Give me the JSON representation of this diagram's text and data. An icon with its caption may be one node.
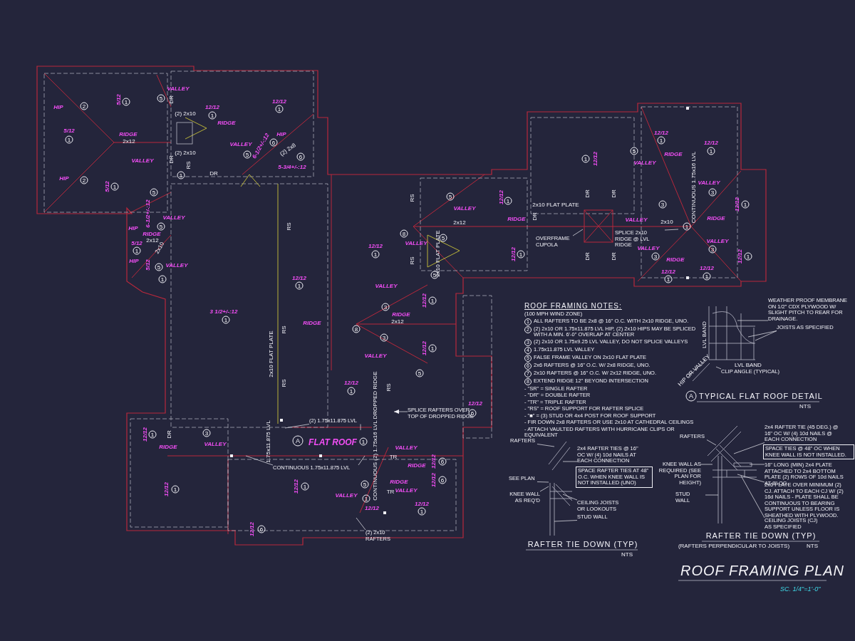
{
  "diagram": {
    "title": "ROOF FRAMING PLAN",
    "caption": "SC. 1/4\"=1'-0\"",
    "nodes": [
      {
        "text": [
          "OVERFRAME CUPOLA"
        ]
      },
      {
        "text": [
          "SPLICE 2x10 RIDGE @ LVL RIDGE"
        ]
      },
      {
        "text": [
          "SPLICE RAFTERS OVER TOP OF DROPPED RIDGE"
        ]
      },
      {
        "text": [
          "(2) 1.75x11.875 LVL"
        ]
      },
      {
        "text": [
          "CONTINUOUS 1.75x11.875 LVL"
        ]
      },
      {
        "text": [
          "(2) 2x10 RAFTERS"
        ]
      },
      {
        "text": [
          "A"
        ]
      },
      {
        "text": [
          "WEATHER PROOF MEMBRANE ON 1/2\" CDX PLYWOOD W/ SLIGHT PITCH TO REAR FOR DRAINAGE."
        ]
      },
      {
        "text": [
          "JOISTS AS SPECIFIED"
        ]
      },
      {
        "text": [
          "CLIP ANGLE (TYPICAL)"
        ]
      },
      {
        "text": [
          "A"
        ]
      },
      {
        "text": [
          "RAFTERS"
        ]
      },
      {
        "text": [
          "2x4 RAFTER TIES @ 16\" OC W/ (4) 10d NAILS AT EACH CONNECTION"
        ]
      },
      {
        "text": [
          "SPACE RAFTER TIES AT 48\" O.C. WHEN KNEE WALL IS NOT INSTALLED (UNO)"
        ]
      },
      {
        "text": [
          "SEE PLAN"
        ]
      },
      {
        "text": [
          "KNEE WALL AS REQ'D"
        ]
      },
      {
        "text": [
          "CEILING JOISTS OR LOOKOUTS"
        ]
      },
      {
        "text": [
          "STUD WALL"
        ]
      },
      {
        "text": [
          "RAFTERS"
        ]
      },
      {
        "text": [
          "2x4 RAFTER TIE (45 DEG.) @ 16\" OC W/ (4) 10d NAILS @ EACH CONNECTION"
        ]
      },
      {
        "text": [
          "SPACE TIES @ 48\" OC WHEN KNEE WALL IS NOT INSTALLED."
        ]
      },
      {
        "text": [
          "16\" LONG (MIN) 2x4 PLATE ATTACHED TO 2x4 BOTTOM PLATE (2) ROWS OF 10d NAILS AT 8\" OC."
        ]
      },
      {
        "text": [
          "KNEE WALL AS REQUIRED (SEE PLAN FOR HEIGHT)"
        ]
      },
      {
        "text": [
          "2x6 PLATE OVER MINIMUM (2) CJ. ATTACH TO EACH CJ W/ (2) 16d NAILS - PLATE SHALL BE CONTINUOUS TO BEARING SUPPORT UNLESS FLOOR IS SHEATHED WITH PLYWOOD."
        ]
      },
      {
        "text": [
          "STUD WALL"
        ]
      },
      {
        "text": [
          "CEILING JOISTS (CJ) AS SPECIFIED"
        ]
      },
      {
        "text": [],
        "shape": "picture"
      },
      {
        "text": [],
        "shape": "picture"
      },
      {
        "text": [],
        "shape": "picture"
      }
    ],
    "edges": [
      {
        "from": 0,
        "to": null,
        "arrow": "none"
      },
      {
        "from": 1,
        "to": null,
        "arrow": "none"
      },
      {
        "from": 2,
        "to": null,
        "arrow": "to"
      },
      {
        "from": 3,
        "to": null,
        "arrow": "none"
      },
      {
        "from": 3,
        "to": null,
        "arrow": "none"
      },
      {
        "from": 4,
        "to": null,
        "arrow": "none"
      },
      {
        "from": 4,
        "to": null,
        "arrow": "none"
      },
      {
        "from": 5,
        "to": null,
        "arrow": "none"
      },
      {
        "from": 7,
        "to": 26,
        "arrow": "none"
      },
      {
        "from": 8,
        "to": 26,
        "arrow": "none"
      },
      {
        "from": 8,
        "to": 26,
        "arrow": "none"
      },
      {
        "from": 9,
        "to": 26,
        "arrow": "none"
      },
      {
        "from": 11,
        "to": 27,
        "arrow": "none"
      },
      {
        "from": 12,
        "to": 27,
        "arrow": "none"
      },
      {
        "from": 14,
        "to": 27,
        "arrow": "none"
      },
      {
        "from": 15,
        "to": 27,
        "arrow": "none"
      },
      {
        "from": 16,
        "to": 27,
        "arrow": "none"
      },
      {
        "from": 17,
        "to": 27,
        "arrow": "none"
      },
      {
        "from": 18,
        "to": 28,
        "arrow": "none"
      },
      {
        "from": 19,
        "to": 28,
        "arrow": "none"
      },
      {
        "from": 21,
        "to": 28,
        "arrow": "none"
      },
      {
        "from": 22,
        "to": 28,
        "arrow": "none"
      },
      {
        "from": 23,
        "to": 28,
        "arrow": "none"
      },
      {
        "from": 24,
        "to": 28,
        "arrow": "none"
      },
      {
        "from": 25,
        "to": 28,
        "arrow": "none"
      }
    ],
    "labels": [
      "HIP",
      "2",
      "5/12",
      "1",
      "5/12",
      "1",
      "RIDGE",
      "2x12",
      "HIP",
      "2",
      "5/12",
      "1",
      "VALLEY",
      "VALLEY",
      "5",
      "DR",
      "(2) 2x10",
      "(2) 2x10",
      "12/12",
      "1",
      "RIDGE",
      "12/12",
      "1",
      "VALLEY",
      "5",
      "6-1/2+/-:12",
      "HIP",
      "6",
      "(2) 2x8",
      "6",
      "5-3/4+/-:12",
      "DR",
      "RS",
      "1",
      "DR",
      "5",
      "6-1/2+/-:12",
      "HIP",
      "VALLEY",
      "5",
      "RIDGE",
      "2x12",
      "5/12",
      "1",
      "2x10",
      "HIP",
      "5/12",
      "5",
      "VALLEY",
      "1",
      "RS",
      "12/12",
      "1",
      "3 1/2+/-:12",
      "1",
      "RIDGE",
      "RS",
      "2x10 FLAT PLATE",
      "RS",
      "RS",
      "5",
      "VALLEY",
      "12/12",
      "1",
      "2x10 FLAT PLATE",
      "DR",
      "RIDGE",
      "2x12",
      "12/12",
      "1",
      "8",
      "VALLEY",
      "5",
      "2x10 FLAT PLATE",
      "RS",
      "5",
      "12/12",
      "1",
      "DR",
      "DR",
      "DR",
      "DR",
      "1",
      "12/12",
      "5",
      "VALLEY",
      "12/12",
      "1",
      "RIDGE",
      "12/12",
      "1",
      "CONTINUOUS 1.75x16 LVL",
      "VALLEY",
      "3",
      "12/12",
      "1",
      "RIDGE",
      "3",
      "VALLEY",
      "2x10",
      "1",
      "VALLEY",
      "3",
      "RIDGE",
      "VALLEY",
      "3",
      "12/12",
      "1",
      "12/12",
      "1",
      "12/12",
      "1",
      "VALLEY",
      "12/12",
      "1",
      "3",
      "RIDGE",
      "2x12",
      "8",
      "3",
      "12/12",
      "1",
      "VALLEY",
      "5",
      "12/12",
      "1",
      "CONTINUOUS (2) 1.75x16 LVL DROPPED RIDGE",
      "RS",
      "12/12",
      "6",
      "1.75x11.875 LVL",
      "FLAT ROOF",
      "1",
      "12/12",
      "1",
      "DR",
      "RIDGE",
      "3",
      "VALLEY",
      "VALLEY",
      "TR",
      "RIDGE",
      "12/12",
      "6",
      "RIDGE",
      "12/12",
      "6",
      "TR",
      "VALLEY",
      "12/12",
      "1",
      "12/12",
      "1",
      "5",
      "VALLEY",
      "1",
      "12/12",
      "12/12",
      "1",
      "12/12",
      "6",
      "ROOF FRAMING NOTES:",
      "(100 MPH WIND ZONE)",
      "1",
      "ALL RAFTERS TO BE 2x8 @ 16\" O.C. WITH 2x10 RIDGE, UNO.",
      "2",
      "(2) 2x10 OR 1.75x11.875 LVL HIP, (2) 2x10 HIPS MAY BE SPLICED WITH A MIN. 6'-0\" OVERLAP AT CENTER",
      "3",
      "(2) 2x10 OR 1.75x9.25 LVL VALLEY, DO NOT SPLICE VALLEYS",
      "4",
      "1.75x11.875 LVL VALLEY",
      "5",
      "FALSE FRAME VALLEY ON 2x10 FLAT PLATE",
      "6",
      "2x6 RAFTERS @ 16\" O.C. W/ 2x8 RIDGE, UNO.",
      "7",
      "2x10 RAFTERS @ 16\" O.C. W/ 2x12 RIDGE, UNO.",
      "8",
      "EXTEND RIDGE 12\" BEYOND INTERSECTION",
      "- \"SR\" = SINGLE RAFTER",
      "- \"DR\" = DOUBLE RAFTER",
      "- \"TR\" = TRIPLE RAFTER",
      "- \"RS\" = ROOF SUPPORT FOR RAFTER SPLICE",
      "- \"■\" = (3) STUD OR 4x4 POST FOR ROOF SUPPORT",
      "- FIR DOWN 2x8 RAFTERS OR USE 2x10 AT CATHEDRAL CEILINGS",
      "- ATTACH VAULTED RAFTERS WITH HURRICANE CLIPS OR EQUIVALENT",
      "LVL BAND",
      "LVL BAND",
      "HIP OR VALLEY",
      "TYPICAL FLAT ROOF DETAIL",
      "NTS",
      "RAFTER TIE DOWN (TYP)",
      "NTS",
      "RAFTER TIE DOWN (TYP)",
      "(RAFTERS PERPENDICULAR TO JOISTS)",
      "NTS"
    ]
  }
}
